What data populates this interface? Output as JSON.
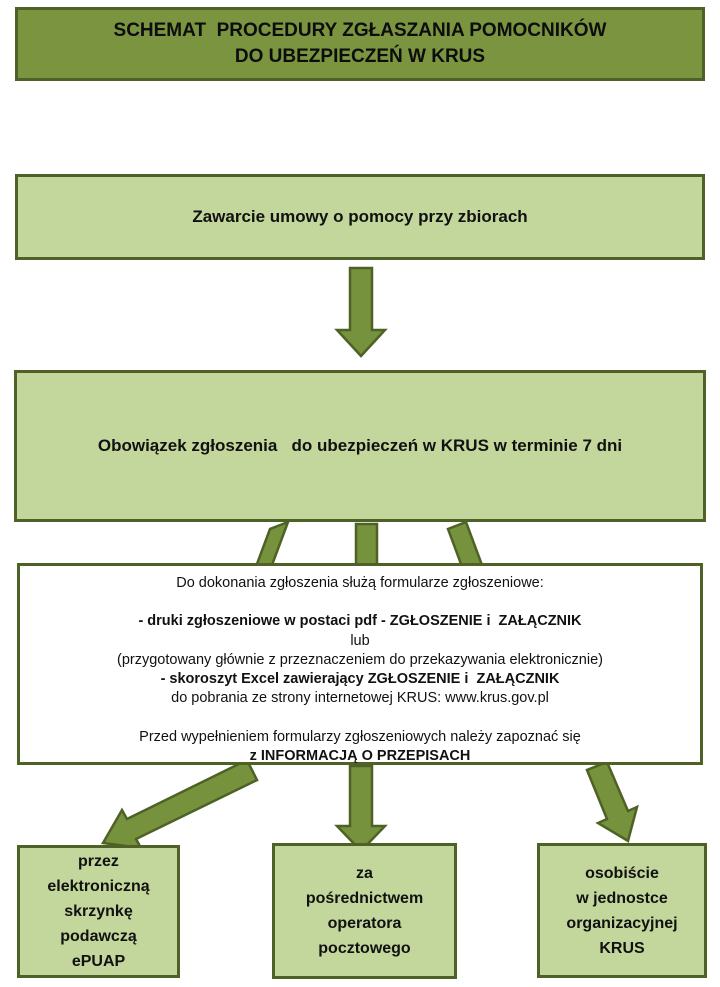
{
  "colors": {
    "header-fill": "#7a9440",
    "box-fill": "#c3d69b",
    "border-dark": "#4e6126",
    "arrow-fill": "#76923c",
    "text": "#111111",
    "background": "#ffffff"
  },
  "header": {
    "title": "SCHEMAT  PROCEDURY ZGŁASZANIA POMOCNIKÓW\nDO UBEZPIECZEŃ W KRUS"
  },
  "flow": {
    "step1": {
      "label": "Zawarcie umowy o pomocy przy zbiorach"
    },
    "step2": {
      "label": "Obowiązek zgłoszenia   do ubezpieczeń w KRUS w terminie 7 dni"
    },
    "info_box": {
      "lines": [
        "Do dokonania zgłoszenia służą formularze zgłoszeniowe:",
        "",
        "- druki zgłoszeniowe w postaci pdf - ZGŁOSZENIE i  ZAŁĄCZNIK",
        "lub",
        "(przygotowany głównie z przeznaczeniem do przekazywania elektronicznie)",
        "- skoroszyt Excel zawierający ZGŁOSZENIE i  ZAŁĄCZNIK",
        "do pobrania ze strony internetowej KRUS: www.krus.gov.pl",
        "",
        "Przed wypełnieniem formularzy zgłoszeniowych należy zapoznać się",
        "z INFORMACJĄ O PRZEPISACH"
      ]
    },
    "options": [
      {
        "label": "przez\nelektroniczną\nskrzynkę\npodawczą\nePUAP"
      },
      {
        "label": "za\npośrednictwem\noperatora\npocztowego"
      },
      {
        "label": "osobiście\nw jednostce\norganizacyjnej\nKRUS"
      }
    ],
    "connector_icons": [
      "down-arrow-icon",
      "fan-in-left-bar-icon",
      "fan-in-middle-bar-icon",
      "fan-in-right-bar-icon",
      "fan-out-left-arrow-icon",
      "fan-out-middle-arrow-icon",
      "fan-out-right-arrow-icon"
    ]
  }
}
